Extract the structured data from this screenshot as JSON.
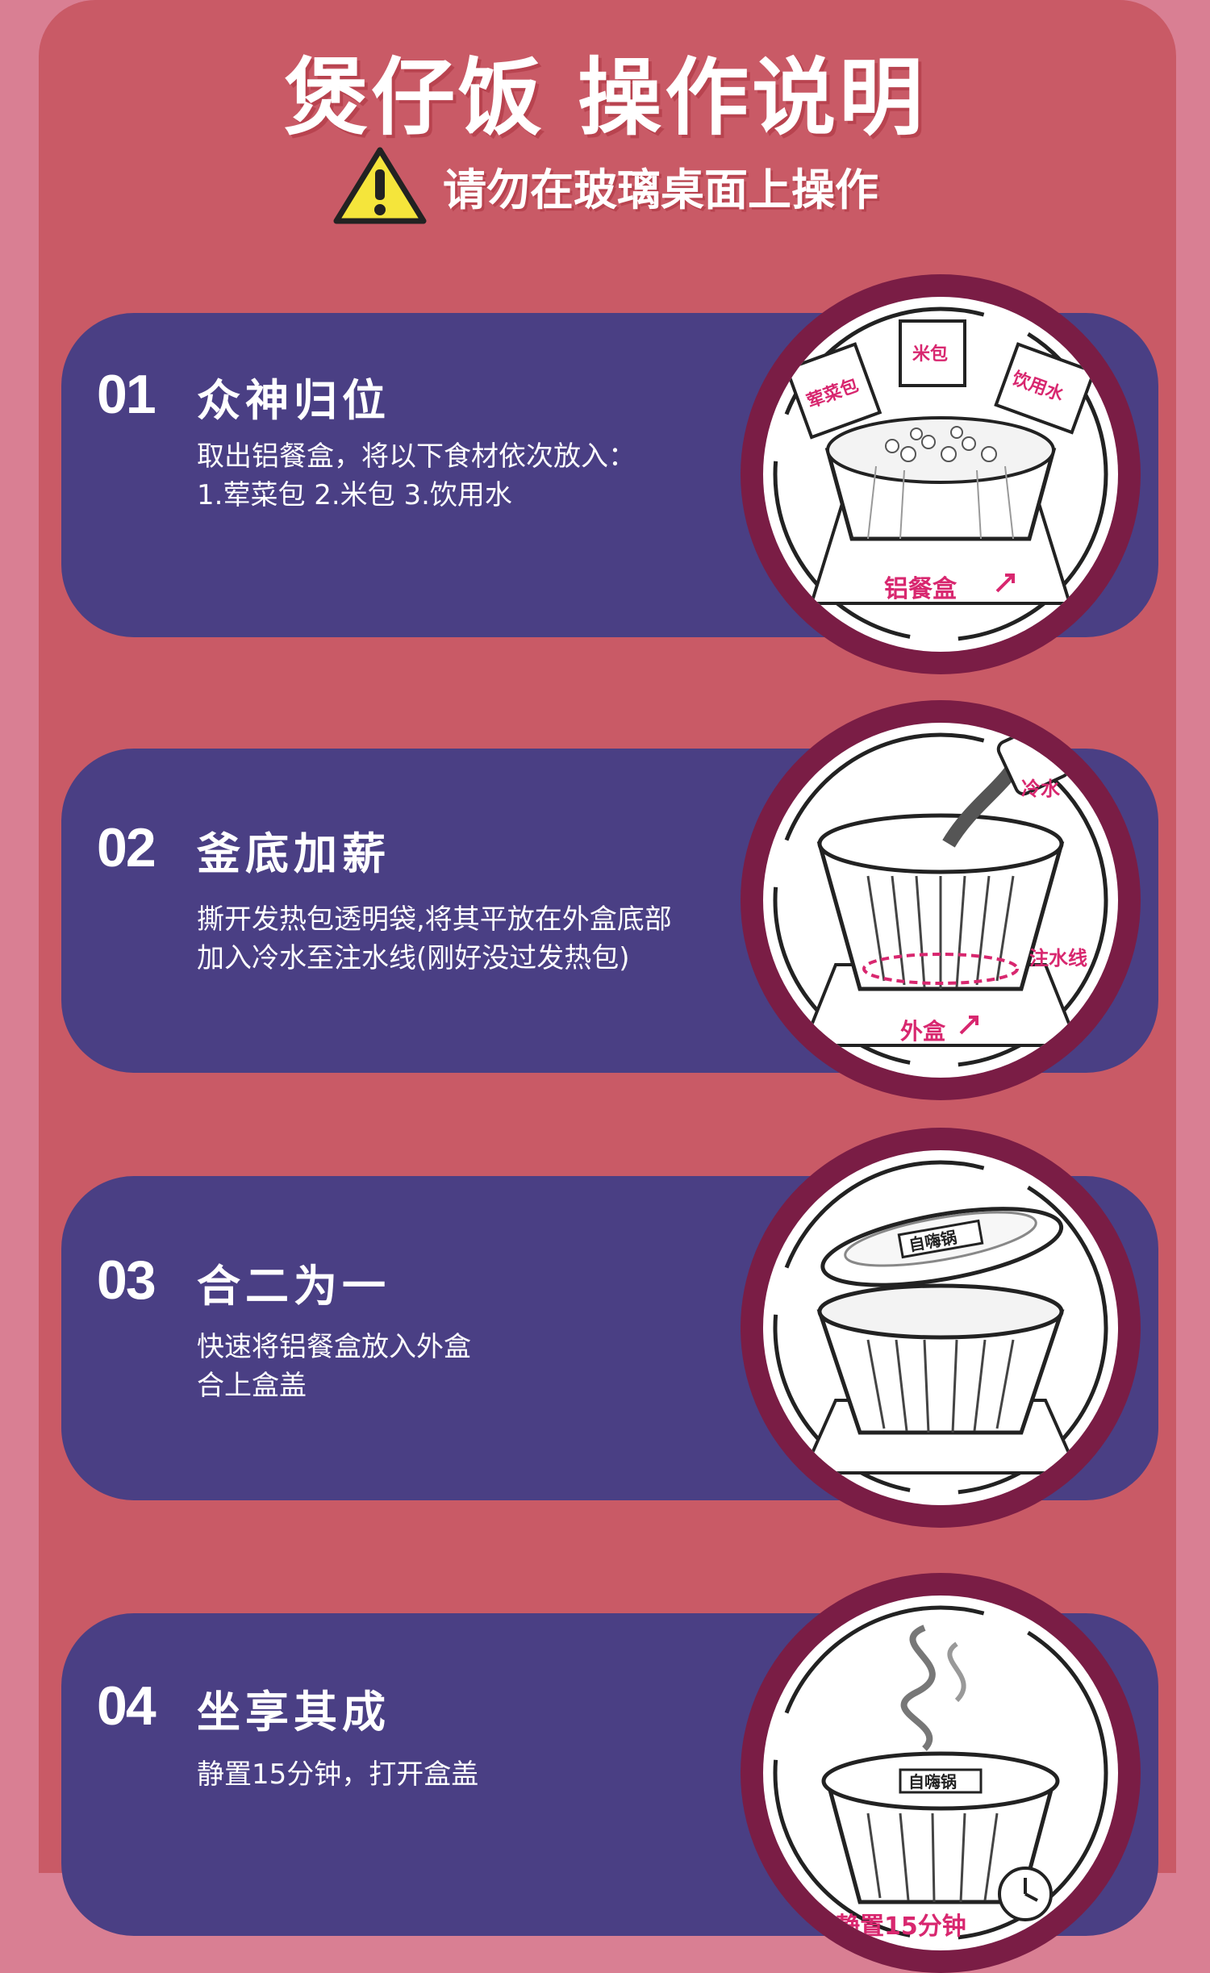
{
  "title": "煲仔饭 操作说明",
  "warning": {
    "text": "请勿在玻璃桌面上操作",
    "icon": "warning-triangle-icon"
  },
  "colors": {
    "page_bg": "#d97f93",
    "panel_bg": "#c95a66",
    "card_bg": "#4a3f84",
    "circle_ring": "#7a1d45",
    "label_pink": "#d8276f",
    "warning_yellow": "#f5e53b"
  },
  "steps": [
    {
      "num": "01",
      "title": "众神归位",
      "desc": "取出铝餐盒，将以下食材依次放入：\n1.荤菜包 2.米包 3.饮用水",
      "labels": {
        "a": "荤菜包",
        "b": "米包",
        "c": "饮用水",
        "d": "铝餐盒"
      }
    },
    {
      "num": "02",
      "title": "釜底加薪",
      "desc": "撕开发热包透明袋,将其平放在外盒底部\n加入冷水至注水线(刚好没过发热包)",
      "labels": {
        "a": "冷水",
        "b": "注水线",
        "c": "外盒"
      }
    },
    {
      "num": "03",
      "title": "合二为一",
      "desc": "快速将铝餐盒放入外盒\n合上盒盖",
      "labels": {
        "lid": "自嗨锅"
      }
    },
    {
      "num": "04",
      "title": "坐享其成",
      "desc": "静置15分钟，打开盒盖",
      "labels": {
        "lid": "自嗨锅",
        "a": "静置15分钟"
      }
    }
  ]
}
